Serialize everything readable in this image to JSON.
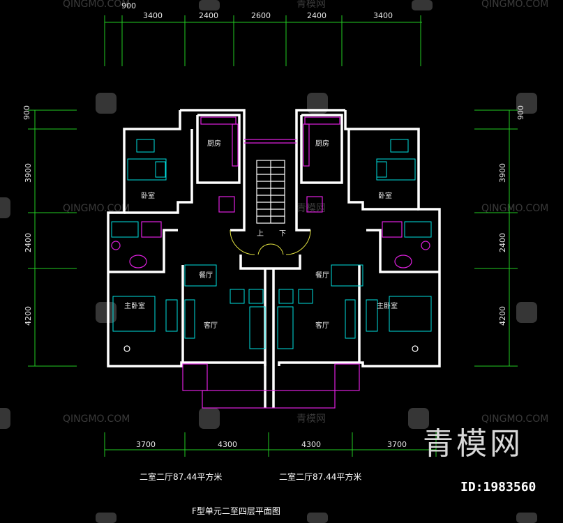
{
  "top_dimensions": [
    "900",
    "3400",
    "2400",
    "2600",
    "2400",
    "3400"
  ],
  "side_dimensions": [
    "900",
    "3900",
    "2400",
    "4200"
  ],
  "bottom_dimensions": [
    "3700",
    "4300",
    "4300",
    "3700"
  ],
  "rooms": {
    "kitchen": "厨房",
    "bedroom": "卧室",
    "master_bedroom": "主卧室",
    "dining": "餐厅",
    "living": "客厅",
    "stair_up": "上",
    "stair_down": "下"
  },
  "unit_labels": [
    "二室二厅87.44平方米",
    "二室二厅87.44平方米"
  ],
  "caption": "F型单元二至四层平面图",
  "watermark": {
    "latin": "QINGMO.COM",
    "cn": "青模网"
  },
  "brand_logo": "青模网",
  "id_label": "ID:1983560",
  "colors": {
    "background": "#000000",
    "walls": "#ffffff",
    "dimension_lines": "#22cc22",
    "furniture": "#00e0e0",
    "fixtures": "#e020e0",
    "windows": "#e0e040"
  }
}
